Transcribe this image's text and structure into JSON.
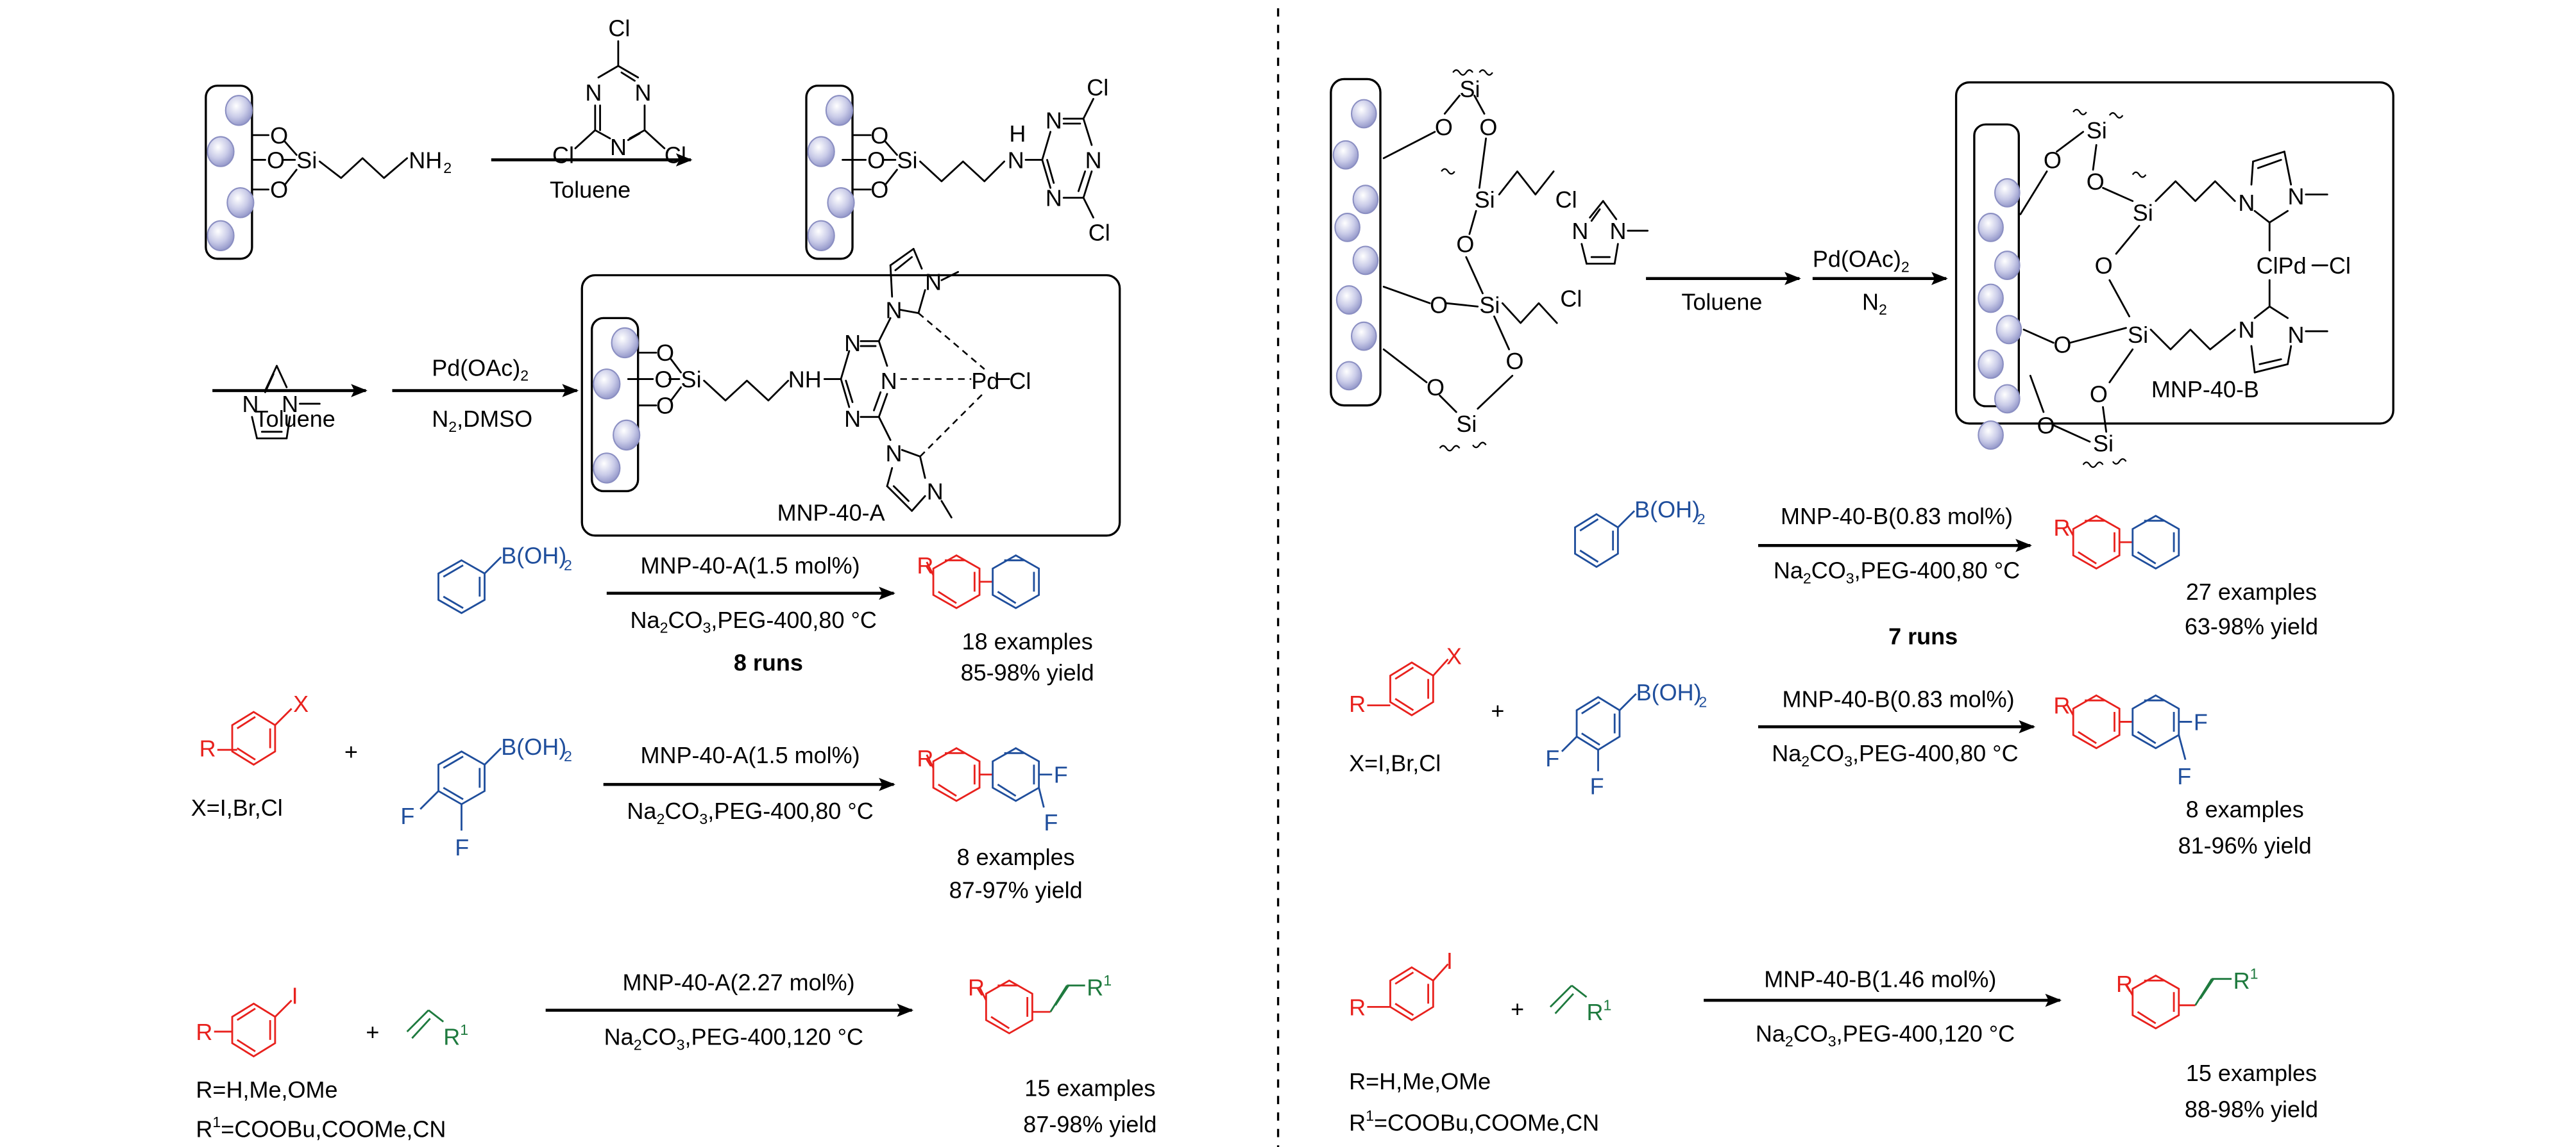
{
  "colors": {
    "aryl_halide": "#E8211D",
    "boronic_acid": "#1F4E9C",
    "alkene": "#1E7A3E",
    "nanoparticle": "#9C9FD0"
  },
  "left_panel": {
    "step1": {
      "reagent_label": "Cl",
      "ring_atom": "N",
      "condition": "Toluene",
      "amine_label": "NH",
      "amine_sub": "2",
      "linker_si": "Si",
      "linker_o": "O",
      "product_nh": "H",
      "product_n": "N"
    },
    "step2": {
      "imidazole_n": "N",
      "arrow1_below": "Toluene",
      "arrow2_above": "Pd(OAc)",
      "arrow2_above_sub": "2",
      "arrow2_below_pre": "N",
      "arrow2_below_sub": "2",
      "arrow2_below_post": ",DMSO",
      "catalyst_name": "MNP-40-A",
      "nh_label": "NH",
      "pd_label": "Pd",
      "cl_label": "Cl"
    },
    "reactions": {
      "suzuki1": {
        "boronic": "B(OH)",
        "boronic_sub": "2",
        "above": "MNP-40-A(1.5 mol%)",
        "below_pre": "Na",
        "below_sub1": "2",
        "below_mid": "CO",
        "below_sub2": "3",
        "below_post": ",PEG-400,80 °C",
        "examples": "18 examples",
        "yield": "85-98% yield"
      },
      "runs": "8 runs",
      "aryl_halide": {
        "r": "R",
        "x": "X",
        "plus": "+",
        "legend": "X=I,Br,Cl"
      },
      "suzuki2": {
        "boronic": "B(OH)",
        "boronic_sub": "2",
        "f_label": "F",
        "above": "MNP-40-A(1.5 mol%)",
        "below_pre": "Na",
        "below_sub1": "2",
        "below_mid": "CO",
        "below_sub2": "3",
        "below_post": ",PEG-400,80 °C",
        "examples": "8 examples",
        "yield": "87-97% yield"
      },
      "heck": {
        "r": "R",
        "i": "I",
        "plus": "+",
        "r1": "R",
        "r1_sup": "1",
        "above": "MNP-40-A(2.27 mol%)",
        "below_pre": "Na",
        "below_sub1": "2",
        "below_mid": "CO",
        "below_sub2": "3",
        "below_post": ",PEG-400,120 °C",
        "r_legend": "R=H,Me,OMe",
        "r1_legend_pre": "R",
        "r1_legend_sup": "1",
        "r1_legend_post": "=COOBu,COOMe,CN",
        "examples": "15 examples",
        "yield": "87-98% yield"
      }
    }
  },
  "right_panel": {
    "step": {
      "si": "Si",
      "o": "O",
      "cl": "Cl",
      "imidazole_n": "N",
      "arrow1_below": "Toluene",
      "arrow2_above": "Pd(OAc)",
      "arrow2_above_sub": "2",
      "arrow2_below": "N",
      "arrow2_below_sub": "2",
      "catalyst_name": "MNP-40-B",
      "pd_center": "ClPd",
      "pd_cl": "Cl"
    },
    "reactions": {
      "suzuki1": {
        "boronic": "B(OH)",
        "boronic_sub": "2",
        "above": "MNP-40-B(0.83 mol%)",
        "below_pre": "Na",
        "below_sub1": "2",
        "below_mid": "CO",
        "below_sub2": "3",
        "below_post": ",PEG-400,80 °C",
        "examples": "27 examples",
        "yield": "63-98% yield"
      },
      "runs": "7 runs",
      "aryl_halide": {
        "r": "R",
        "x": "X",
        "plus": "+",
        "legend": "X=I,Br,Cl"
      },
      "suzuki2": {
        "boronic": "B(OH)",
        "boronic_sub": "2",
        "f_label": "F",
        "above": "MNP-40-B(0.83 mol%)",
        "below_pre": "Na",
        "below_sub1": "2",
        "below_mid": "CO",
        "below_sub2": "3",
        "below_post": ",PEG-400,80 °C",
        "examples": "8 examples",
        "yield": "81-96% yield"
      },
      "heck": {
        "r": "R",
        "i": "I",
        "plus": "+",
        "r1": "R",
        "r1_sup": "1",
        "above": "MNP-40-B(1.46 mol%)",
        "below_pre": "Na",
        "below_sub1": "2",
        "below_mid": "CO",
        "below_sub2": "3",
        "below_post": ",PEG-400,120 °C",
        "r_legend": "R=H,Me,OMe",
        "r1_legend_pre": "R",
        "r1_legend_sup": "1",
        "r1_legend_post": "=COOBu,COOMe,CN",
        "examples": "15 examples",
        "yield": "88-98% yield"
      }
    }
  }
}
